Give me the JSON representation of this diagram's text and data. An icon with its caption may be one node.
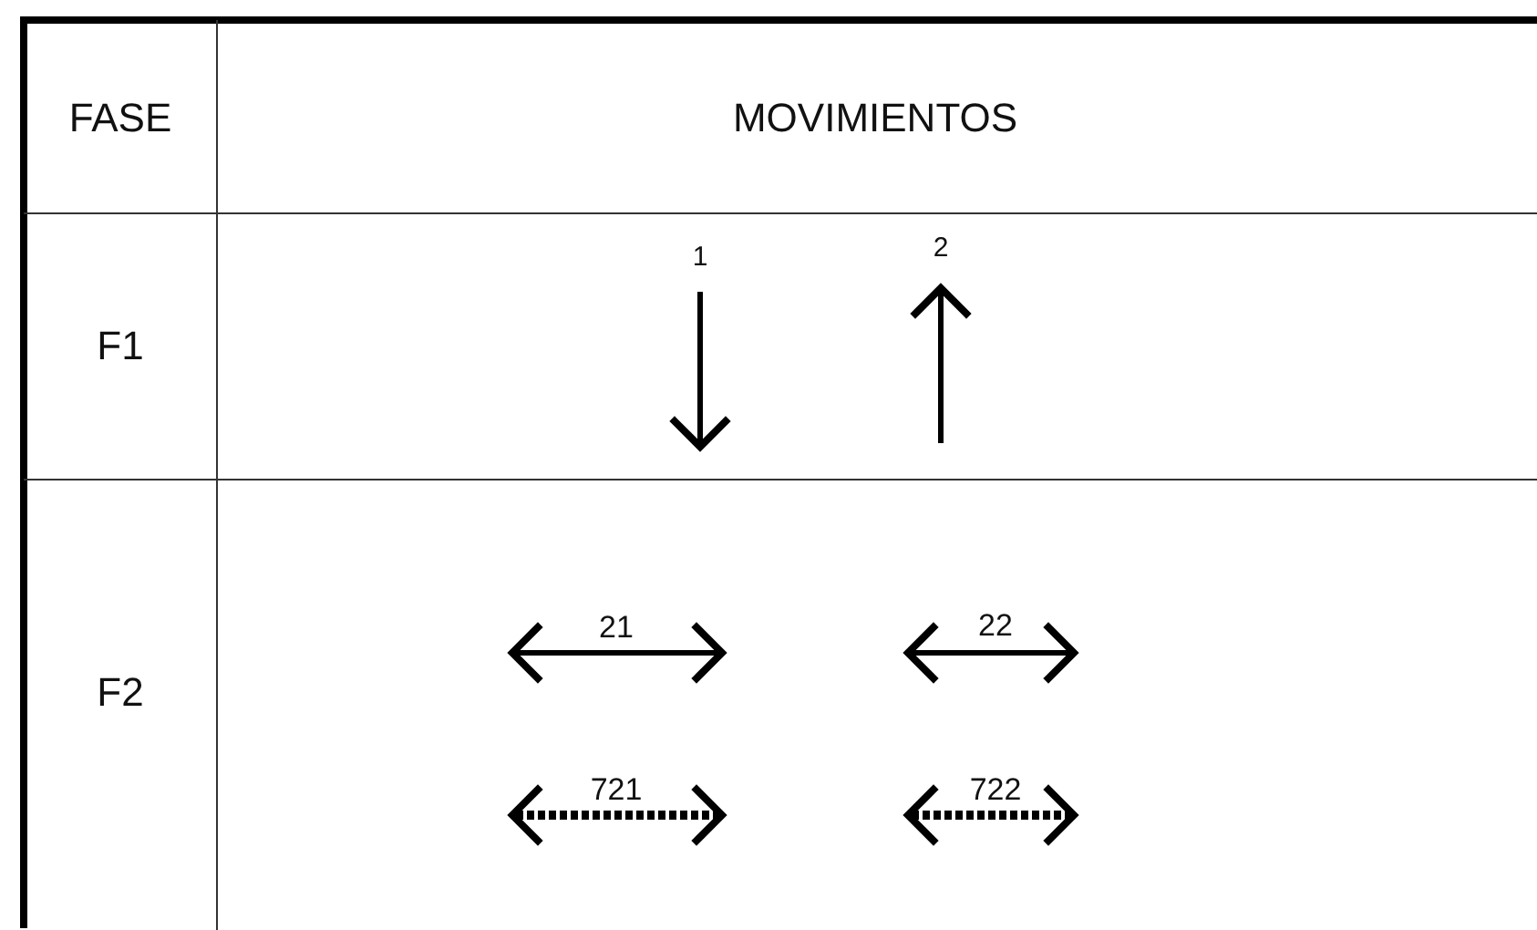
{
  "diagram": {
    "labels": [
      "FASE",
      "MOVIMIENTOS",
      "F1",
      "1",
      "2",
      "F2",
      "21",
      "22",
      "721",
      "722"
    ]
  }
}
